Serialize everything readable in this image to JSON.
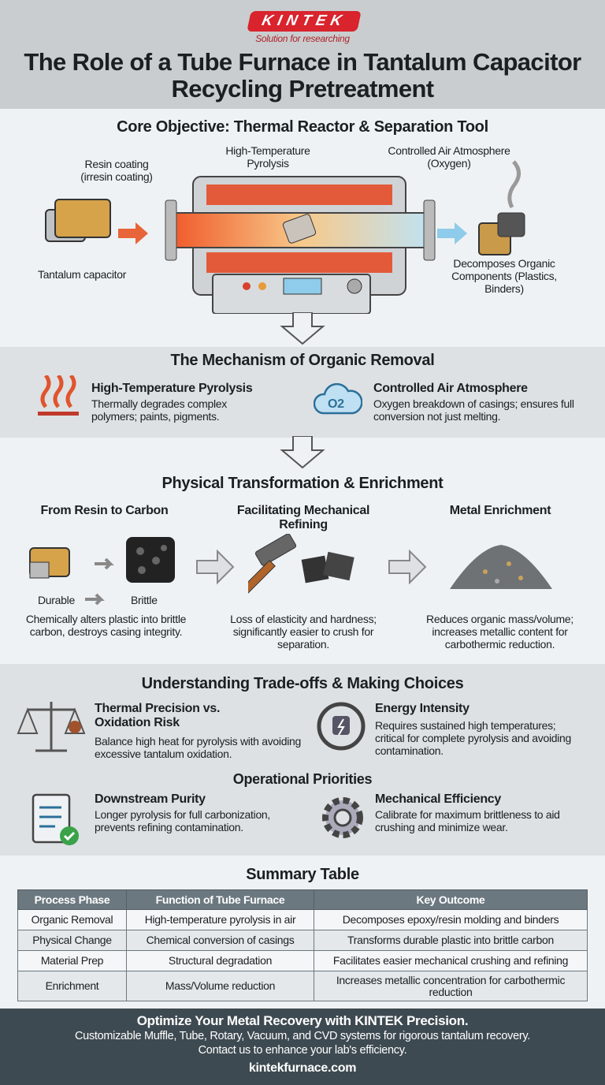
{
  "logo": {
    "brand": "KINTEK",
    "tagline": "Solution for researching"
  },
  "title": "The Role of a Tube Furnace in Tantalum Capacitor Recycling Pretreatment",
  "core": {
    "heading": "Core Objective: Thermal Reactor & Separation Tool",
    "resin": "Resin coating (irresin coating)",
    "pyrolysis": "High-Temperature Pyrolysis",
    "air": "Controlled Air Atmosphere (Oxygen)",
    "capacitor": "Tantalum capacitor",
    "decomposes": "Decomposes Organic Components (Plastics, Binders)"
  },
  "mechanism": {
    "heading": "The Mechanism of Organic Removal",
    "items": [
      {
        "title": "High-Temperature Pyrolysis",
        "text": "Thermally degrades complex polymers; paints, pigments.",
        "icon": "heat-waves-icon"
      },
      {
        "title": "Controlled Air Atmosphere",
        "text": "Oxygen breakdown of casings; ensures full conversion not just melting.",
        "icon": "o2-cloud-icon",
        "icon_label": "O2"
      }
    ]
  },
  "transform": {
    "heading": "Physical Transformation & Enrichment",
    "cols": [
      {
        "title": "From Resin to Carbon",
        "text": "Chemically alters plastic into brittle carbon, destroys casing integrity.",
        "from": "Durable",
        "to": "Brittle"
      },
      {
        "title": "Facilitating Mechanical Refining",
        "text": "Loss of elasticity and hardness; significantly easier to crush for separation."
      },
      {
        "title": "Metal Enrichment",
        "text": "Reduces organic mass/volume; increases metallic content for carbothermic reduction."
      }
    ]
  },
  "tradeoffs": {
    "heading": "Understanding Trade-offs & Making Choices",
    "items": [
      {
        "title": "Thermal Precision vs. Oxidation Risk",
        "text": "Balance high heat for pyrolysis with avoiding excessive tantalum oxidation.",
        "icon": "balance-scale-icon"
      },
      {
        "title": "Energy Intensity",
        "text": "Requires sustained high temperatures; critical for complete pyrolysis and avoiding contamination.",
        "icon": "power-plug-icon"
      }
    ],
    "priorities_heading": "Operational Priorities",
    "priorities": [
      {
        "title": "Downstream Purity",
        "text": "Longer pyrolysis for full carbonization, prevents refining contamination.",
        "icon": "clipboard-check-icon"
      },
      {
        "title": "Mechanical Efficiency",
        "text": "Calibrate for maximum brittleness to aid crushing and minimize wear.",
        "icon": "gear-icon"
      }
    ]
  },
  "summary": {
    "heading": "Summary Table",
    "columns": [
      "Process Phase",
      "Function of Tube Furnace",
      "Key Outcome"
    ],
    "rows": [
      [
        "Organic Removal",
        "High-temperature pyrolysis in air",
        "Decomposes epoxy/resin molding and binders"
      ],
      [
        "Physical Change",
        "Chemical conversion of casings",
        "Transforms durable plastic into brittle carbon"
      ],
      [
        "Material Prep",
        "Structural degradation",
        "Facilitates easier mechanical crushing and refining"
      ],
      [
        "Enrichment",
        "Mass/Volume reduction",
        "Increases metallic concentration for carbothermic reduction"
      ]
    ]
  },
  "footer": {
    "headline": "Optimize Your Metal Recovery with KINTEK Precision.",
    "line1": "Customizable Muffle, Tube, Rotary, Vacuum, and CVD systems for rigorous tantalum recovery.",
    "line2": "Contact us to enhance your lab's efficiency.",
    "url": "kintekfurnace.com"
  },
  "colors": {
    "brand_red": "#d9232d",
    "header_bg": "#c9cdcf",
    "band_gray": "#dde1e3",
    "footer_bg": "#3e4a51",
    "table_header": "#6b7880"
  }
}
